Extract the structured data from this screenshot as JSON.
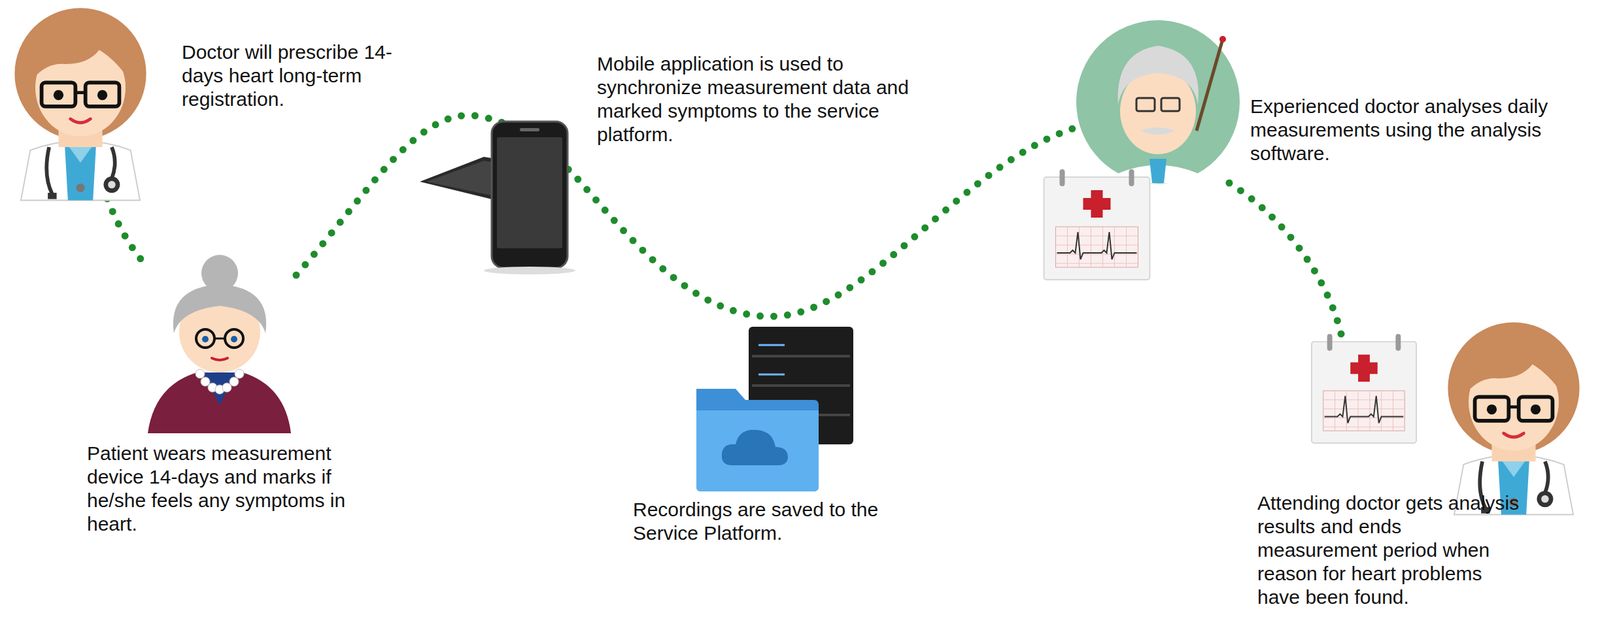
{
  "diagram": {
    "labels": [
      "Doctor will prescribe 14-days heart long-term registration.",
      "Patient wears measurement device 14-days and marks if he/she feels any symptoms in heart.",
      "Mobile application is used to synchronize measurement data and marked symptoms to the service platform.",
      "Recordings are saved to the Service Platform.",
      "Experienced doctor analyses daily measurements using the analysis software.",
      "Attending doctor gets analysis results and ends measurement period when reason for heart problems have been found."
    ]
  }
}
